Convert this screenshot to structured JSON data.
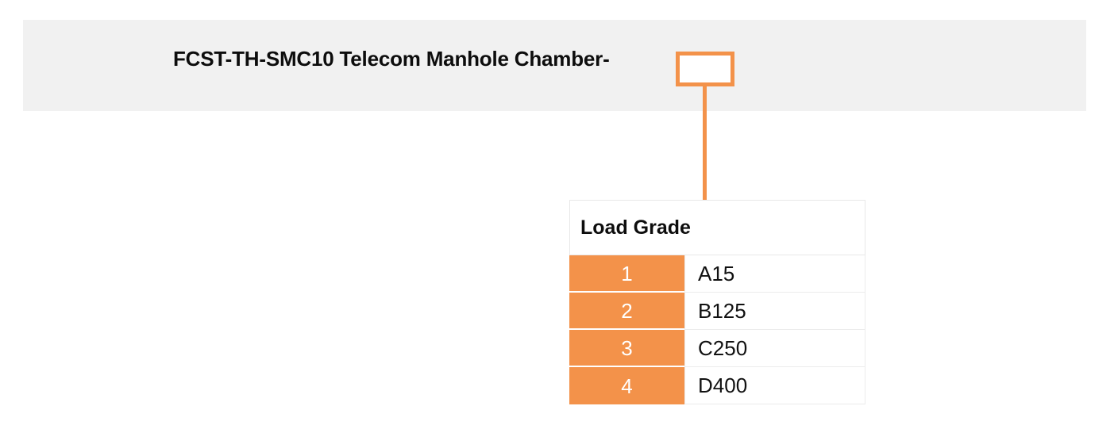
{
  "product": {
    "title": "FCST-TH-SMC10 Telecom Manhole Chamber-",
    "selection_box_value": ""
  },
  "colors": {
    "accent_orange": "#F3924A",
    "band_gray": "#F1F1F1",
    "border_gray": "#E8E8E8",
    "text_dark": "#0D0D0D",
    "text_white": "#FFFFFF"
  },
  "load_grade_table": {
    "header": "Load Grade",
    "rows": [
      {
        "index": "1",
        "grade": "A15"
      },
      {
        "index": "2",
        "grade": "B125"
      },
      {
        "index": "3",
        "grade": "C250"
      },
      {
        "index": "4",
        "grade": "D400"
      }
    ]
  }
}
